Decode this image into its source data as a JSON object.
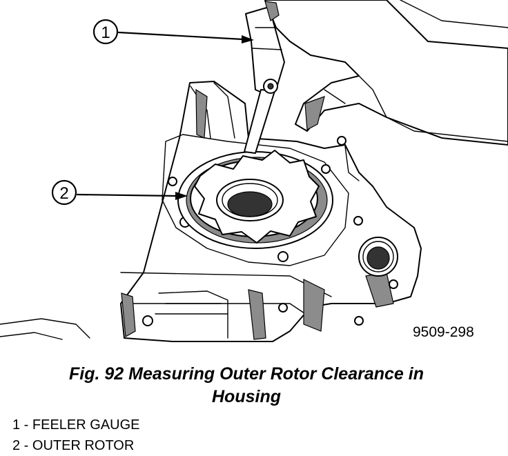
{
  "figure": {
    "code": "9509-298",
    "callouts": [
      {
        "number": "1",
        "target": "feeler gauge"
      },
      {
        "number": "2",
        "target": "outer rotor"
      }
    ]
  },
  "caption": {
    "line1": "Fig. 92 Measuring Outer Rotor Clearance in",
    "line2": "Housing"
  },
  "legend": {
    "items": [
      {
        "text": "1 - FEELER GAUGE"
      },
      {
        "text": "2 - OUTER ROTOR"
      }
    ]
  }
}
